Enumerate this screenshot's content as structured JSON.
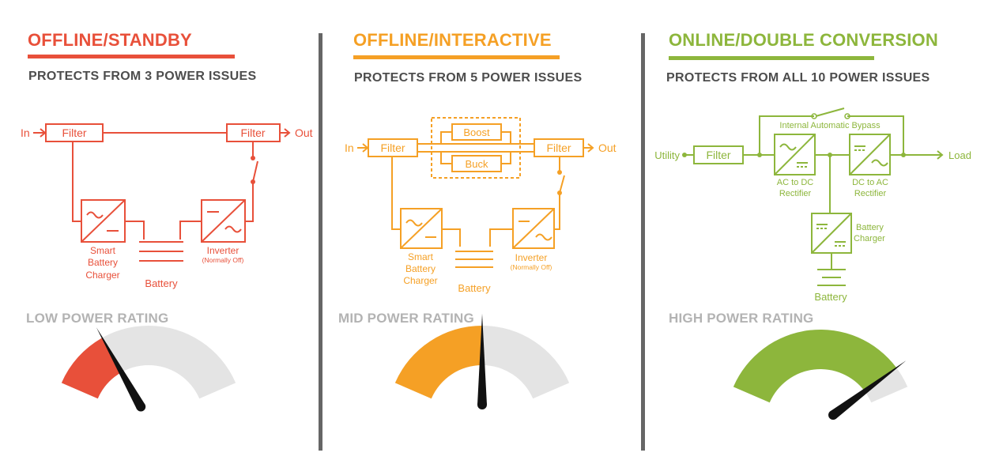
{
  "colors": {
    "red": "#e8503a",
    "orange": "#f5a025",
    "green": "#8db63c",
    "divider": "#666666",
    "subtitle": "#4d4d4d",
    "rating": "#b3b3b3",
    "gauge_track": "#e4e4e4",
    "needle": "#111111"
  },
  "panels": [
    {
      "title": "OFFLINE/STANDBY",
      "subtitle": "PROTECTS FROM 3 POWER ISSUES",
      "rating_label": "LOW POWER RATING",
      "gauge_level": 0.28,
      "diagram": {
        "in": "In",
        "out": "Out",
        "filter_in": "Filter",
        "filter_out": "Filter",
        "charger": [
          "Smart",
          "Battery",
          "Charger"
        ],
        "inverter": "Inverter",
        "inverter_note": "(Normally Off)",
        "battery": "Battery"
      }
    },
    {
      "title": "OFFLINE/INTERACTIVE",
      "subtitle": "PROTECTS FROM 5 POWER ISSUES",
      "rating_label": "MID POWER RATING",
      "gauge_level": 0.5,
      "diagram": {
        "in": "In",
        "out": "Out",
        "filter_in": "Filter",
        "filter_out": "Filter",
        "boost": "Boost",
        "buck": "Buck",
        "charger": [
          "Smart",
          "Battery",
          "Charger"
        ],
        "inverter": "Inverter",
        "inverter_note": "(Normally Off)",
        "battery": "Battery"
      }
    },
    {
      "title": "ONLINE/DOUBLE CONVERSION",
      "subtitle": "PROTECTS FROM ALL 10 POWER ISSUES",
      "rating_label": "HIGH POWER RATING",
      "gauge_level": 0.9,
      "diagram": {
        "utility": "Utility",
        "load": "Load",
        "filter": "Filter",
        "bypass": "Internal Automatic Bypass",
        "rectifier": [
          "AC to DC",
          "Rectifier"
        ],
        "inverter": [
          "DC to AC",
          "Rectifier"
        ],
        "charger": [
          "Battery",
          "Charger"
        ],
        "battery": "Battery"
      }
    }
  ]
}
